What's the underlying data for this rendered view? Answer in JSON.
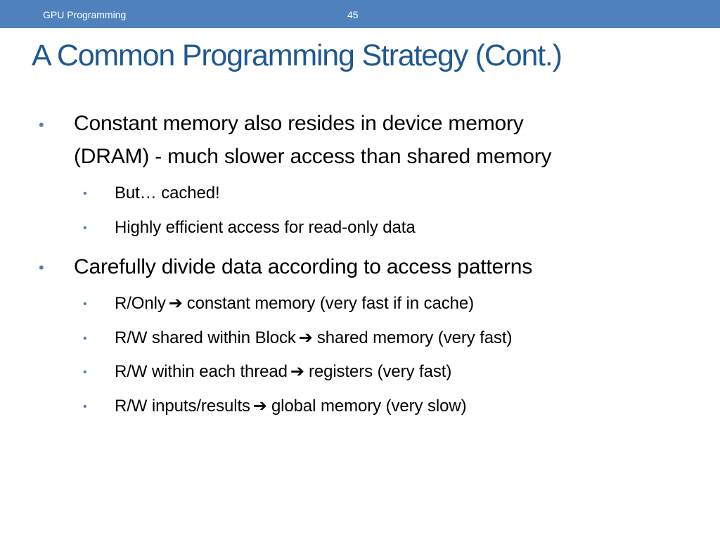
{
  "header": {
    "course": "GPU Programming",
    "slide_number": "45"
  },
  "title": "A Common Programming Strategy (Cont.)",
  "bullet_glyph": "•",
  "bullets": [
    {
      "text_line1": "Constant memory also resides in device memory",
      "text_line2": "(DRAM) - much slower access than shared memory",
      "sub": [
        {
          "text": "But… cached!"
        },
        {
          "text": "Highly efficient access for read-only data"
        }
      ]
    },
    {
      "text": "Carefully divide data according to access patterns",
      "sub": [
        {
          "left": "R/Only",
          "arrow": "➔",
          "right": "constant memory (very fast if in cache)"
        },
        {
          "left": "R/W shared within Block",
          "arrow": "➔",
          "right": "shared memory (very fast)"
        },
        {
          "left": "R/W within each thread",
          "arrow": "➔",
          "right": "registers (very fast)"
        },
        {
          "left": "R/W inputs/results",
          "arrow": "➔",
          "right": "global memory (very slow)"
        }
      ]
    }
  ],
  "colors": {
    "header_bar": "#4f81bd",
    "title": "#1f5891",
    "bullet": "#4f81bd",
    "text": "#000000"
  }
}
